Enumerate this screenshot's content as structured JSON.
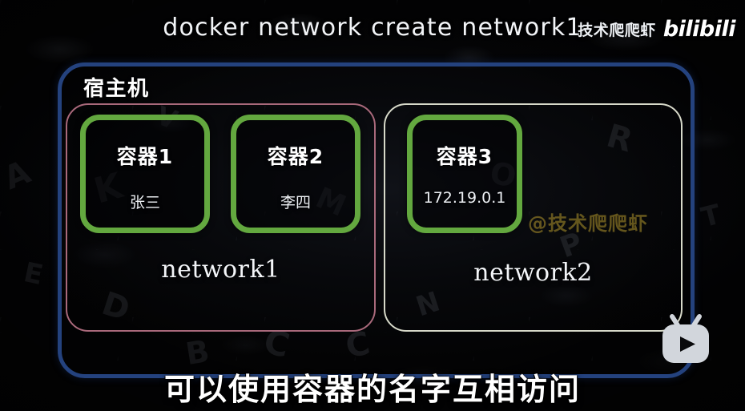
{
  "title": {
    "command": "docker network create network1"
  },
  "brand": {
    "channel_name": "技术爬爬虾",
    "platform_logo": "bilibili",
    "center_watermark": "@技术爬爬虾"
  },
  "diagram": {
    "host": {
      "label": "宿主机",
      "border_color": "#24427e"
    },
    "networks": [
      {
        "id": "net-1",
        "label": "network1",
        "border_color": "#a9697b"
      },
      {
        "id": "net-2",
        "label": "network2",
        "border_color": "#d7d9c9"
      }
    ],
    "containers": [
      {
        "id": "cont-1",
        "title": "容器1",
        "subtitle": "张三",
        "network": "network1",
        "border_color": "#63a83f"
      },
      {
        "id": "cont-2",
        "title": "容器2",
        "subtitle": "李四",
        "network": "network1",
        "border_color": "#63a83f"
      },
      {
        "id": "cont-3",
        "title": "容器3",
        "subtitle": "172.19.0.1",
        "network": "network2",
        "border_color": "#63a83f"
      }
    ]
  },
  "subtitle": {
    "text": "可以使用容器的名字互相访问"
  },
  "player": {
    "icon": "bilibili-tv-play-icon"
  }
}
